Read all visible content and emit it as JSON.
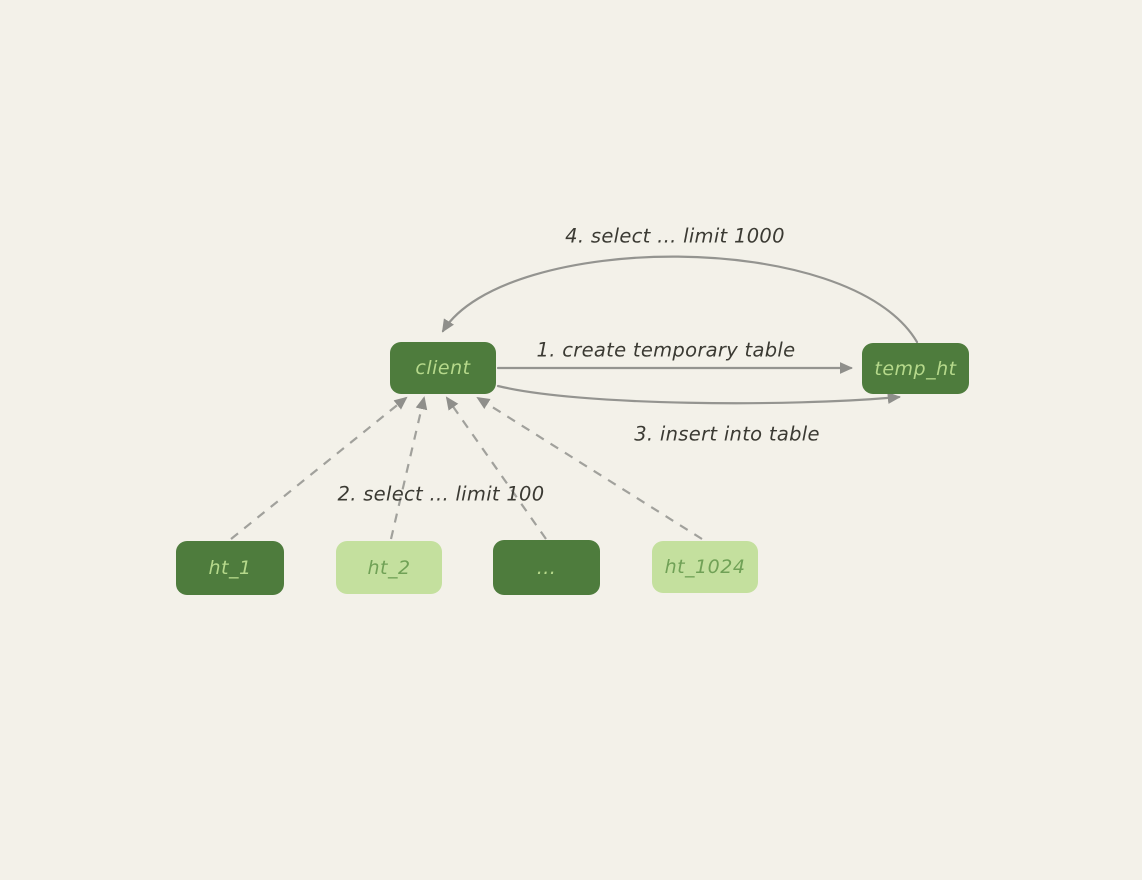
{
  "diagram": {
    "nodes": {
      "client": {
        "label": "client"
      },
      "temp_ht": {
        "label": "temp_ht"
      },
      "ht_1": {
        "label": "ht_1"
      },
      "ht_2": {
        "label": "ht_2"
      },
      "dots": {
        "label": "..."
      },
      "ht_1024": {
        "label": "ht_1024"
      }
    },
    "edges": {
      "create_table": {
        "label": "1. create temporary table"
      },
      "select_shard": {
        "label": "2. select ... limit 100"
      },
      "insert": {
        "label": "3. insert into table"
      },
      "select_final": {
        "label": "4. select ... limit 1000"
      }
    },
    "colors": {
      "background": "#f3f1e9",
      "node_dark": "#4e7c3d",
      "node_light": "#c4e09e",
      "text_on_dark": "#b6d98b",
      "text_on_light": "#70a156",
      "arrow": "#949490",
      "arrowhead": "#8f8f8b",
      "dashed_arrow": "#a1a19c",
      "label_text": "#3b3a33"
    }
  }
}
